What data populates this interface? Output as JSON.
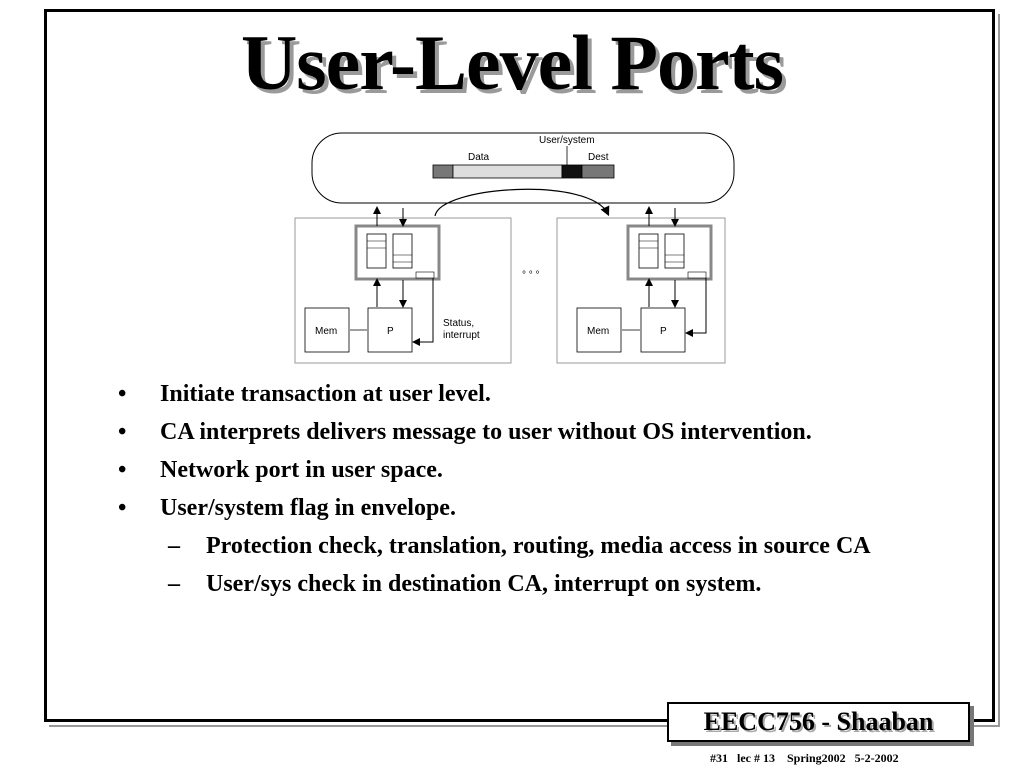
{
  "slide": {
    "title": "User-Level Ports",
    "bullets": [
      {
        "level": 1,
        "text": "Initiate transaction at user level."
      },
      {
        "level": 1,
        "text": "CA interprets delivers message to user without OS intervention."
      },
      {
        "level": 1,
        "text": "Network port in user space."
      },
      {
        "level": 1,
        "text": "User/system flag in envelope."
      },
      {
        "level": 2,
        "text": "Protection check, translation, routing, media access in source CA"
      },
      {
        "level": 2,
        "text": "User/sys check in destination CA, interrupt on system."
      }
    ],
    "bullet_marker": "•",
    "sub_marker": "–",
    "badge": "EECC756 - Shaaban",
    "footer": "#31   lec # 13    Spring2002   5-2-2002"
  },
  "diagram": {
    "label_user_system": "User/system",
    "label_data": "Data",
    "label_dest": "Dest",
    "label_mem_left": "Mem",
    "label_p_left": "P",
    "label_mem_right": "Mem",
    "label_p_right": "P",
    "label_status": "Status,",
    "label_interrupt": "interrupt",
    "ellipsis": "° ° °"
  }
}
